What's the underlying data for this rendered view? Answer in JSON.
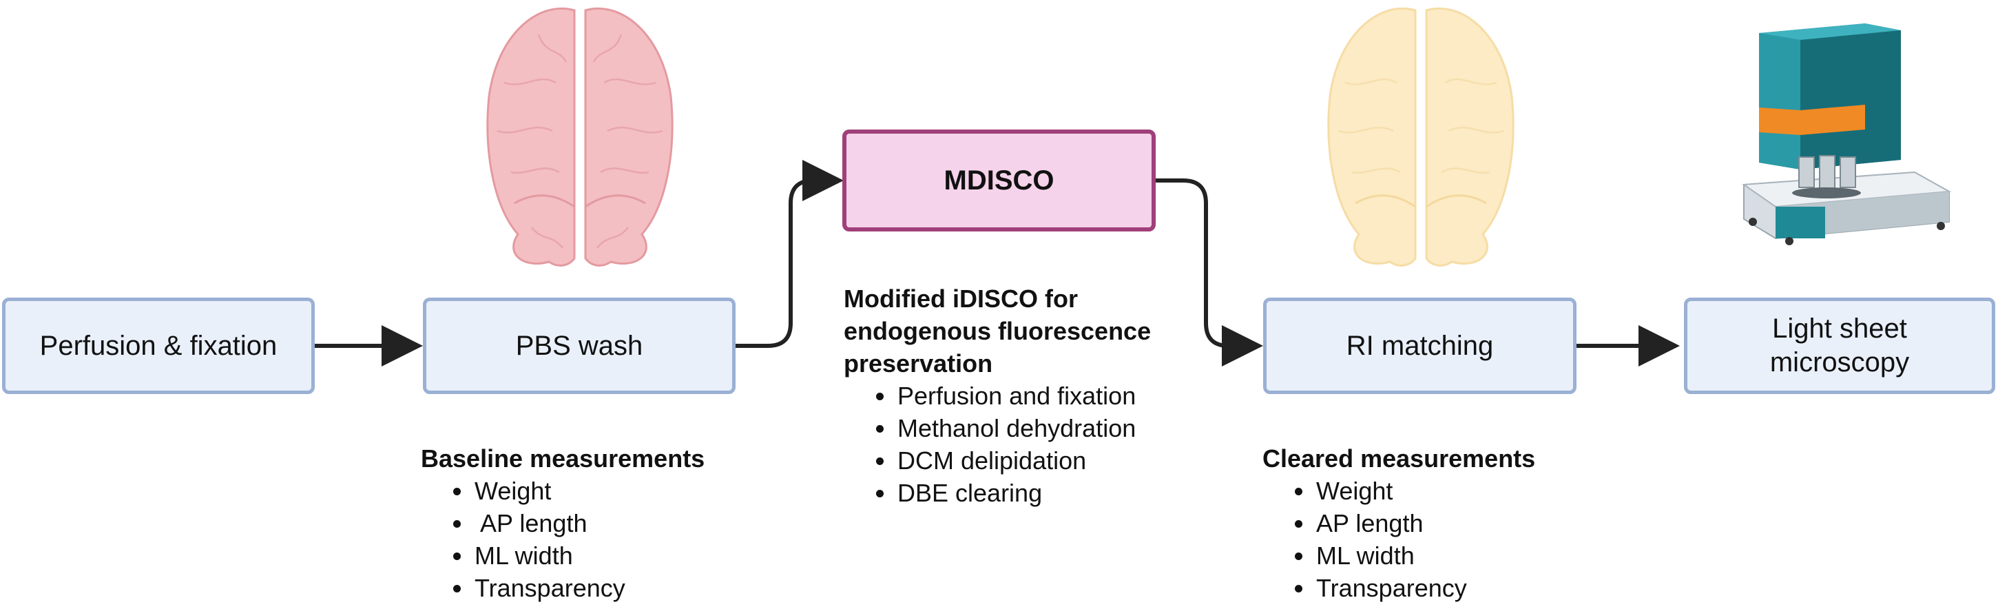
{
  "steps": {
    "perfusion": "Perfusion & fixation",
    "pbs_wash": "PBS wash",
    "mdisco": "MDISCO",
    "ri_matching": "RI matching",
    "light_sheet_line1": "Light sheet",
    "light_sheet_line2": "microscopy"
  },
  "notes": {
    "baseline": {
      "heading": "Baseline measurements",
      "items": [
        "Weight",
        " AP length",
        "ML width",
        "Transparency"
      ]
    },
    "mdisco": {
      "heading_lines": [
        "Modified iDISCO for",
        "endogenous fluorescence",
        "preservation"
      ],
      "items": [
        "Perfusion and fixation",
        "Methanol dehydration",
        "DCM delipidation",
        "DBE clearing"
      ]
    },
    "cleared": {
      "heading": "Cleared measurements",
      "items": [
        "Weight",
        "AP length",
        "ML width",
        "Transparency"
      ]
    }
  },
  "icons": {
    "brain_fixed": "brain-icon",
    "brain_cleared": "brain-cleared-icon",
    "microscope": "light-sheet-microscope-icon"
  },
  "colors": {
    "step_fill": "#e9f0fa",
    "step_border": "#9ab0d4",
    "mdisco_fill": "#f5d3ea",
    "mdisco_border": "#a0407a",
    "arrow": "#222222",
    "brain_fixed": "#f2b4b8",
    "brain_cleared": "#fbe8b8",
    "microscope_teal": "#1f8a96",
    "microscope_orange": "#f08a24"
  }
}
